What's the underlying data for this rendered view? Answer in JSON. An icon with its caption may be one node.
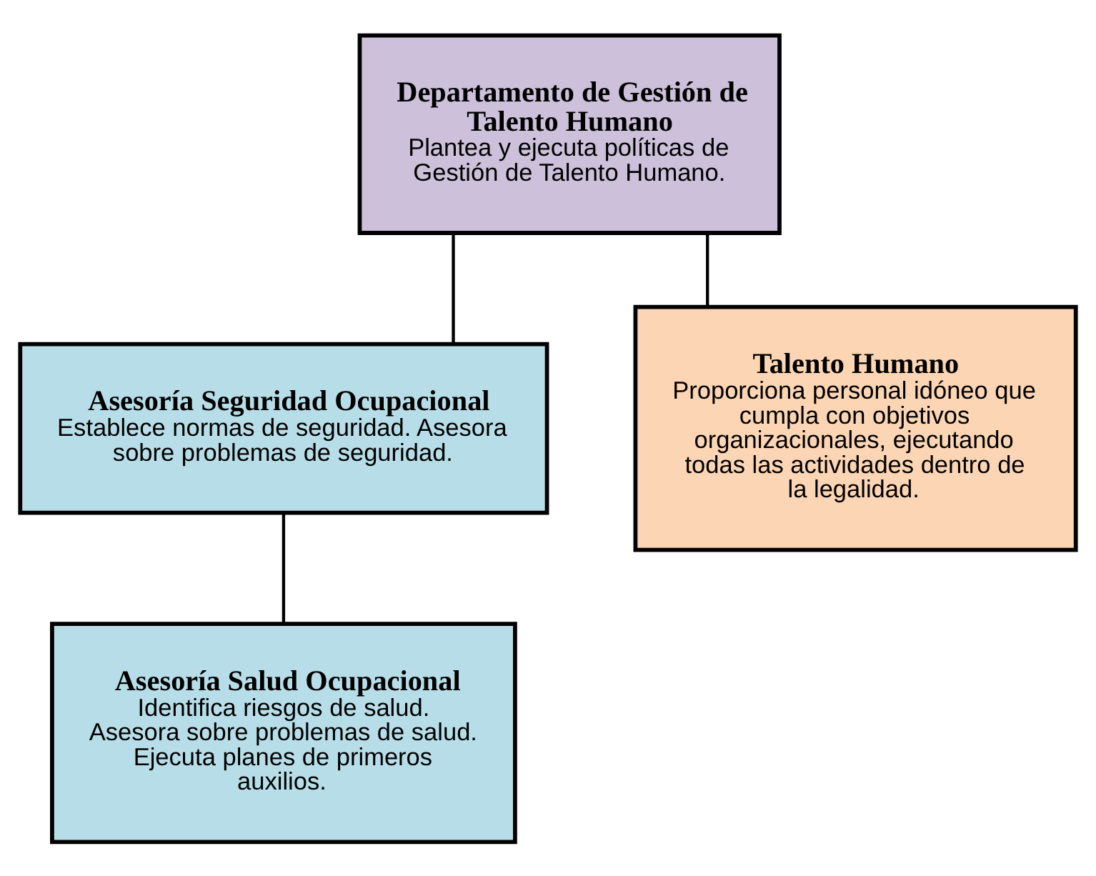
{
  "diagram": {
    "nodes": [
      {
        "text": [
          "Departamento de Gestión de Talento Humano",
          "Plantea y ejecuta políticas de Gestión de Talento Humano."
        ]
      },
      {
        "text": [
          "Asesoría Seguridad Ocupacional",
          "Establece normas de seguridad. Asesora sobre problemas de seguridad."
        ]
      },
      {
        "text": [
          "Talento Humano",
          "Proporciona personal idóneo que cumpla con objetivos organizacionales, ejecutando todas las actividades dentro de la legalidad."
        ]
      },
      {
        "text": [
          "Asesoría Salud Ocupacional",
          "Identifica riesgos de salud. Asesora sobre problemas de salud. Ejecuta planes de primeros auxilios."
        ]
      }
    ],
    "edges": [
      {
        "from": 0,
        "to": 1,
        "arrow": "none"
      },
      {
        "from": 0,
        "to": 2,
        "arrow": "none"
      },
      {
        "from": 1,
        "to": 3,
        "arrow": "none"
      }
    ]
  }
}
